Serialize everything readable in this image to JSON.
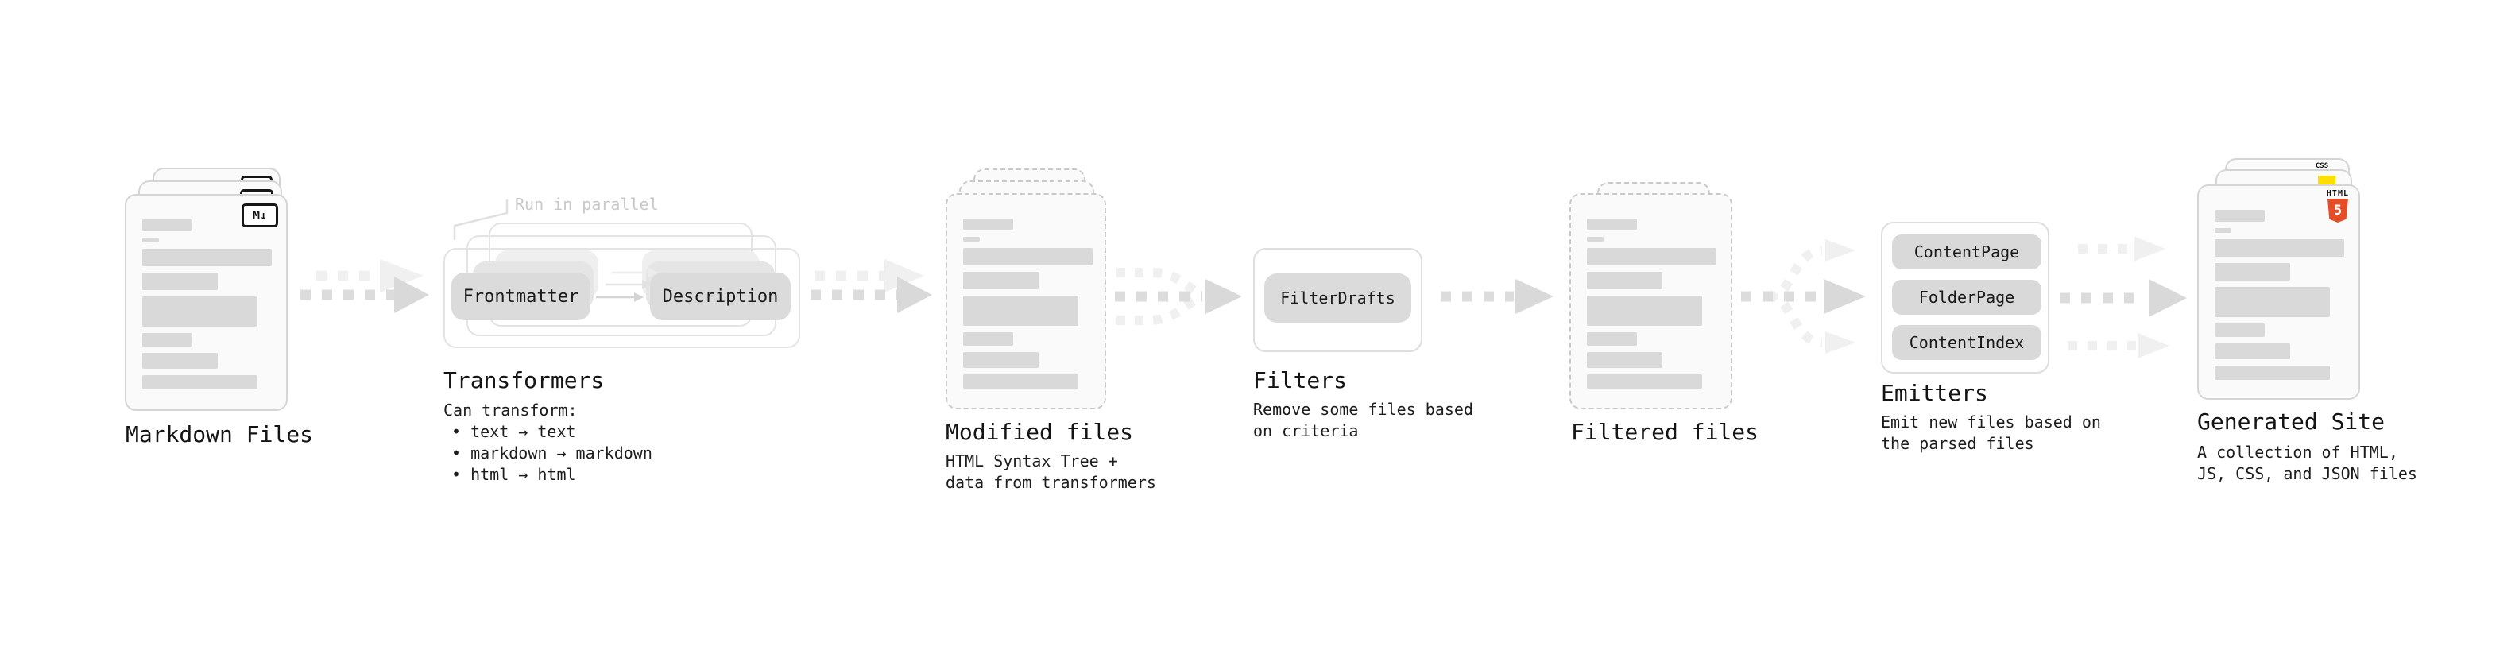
{
  "pipeline": {
    "markdown": {
      "title": "Markdown Files",
      "file_icon": "M↓"
    },
    "transformers": {
      "title": "Transformers",
      "parallel_note": "Run in parallel",
      "pill_left": "Frontmatter",
      "pill_right": "Description",
      "caption_intro": "Can transform:",
      "bullets": [
        "• text → text",
        "• markdown → markdown",
        "• html → html"
      ]
    },
    "modified": {
      "title": "Modified files",
      "caption": "HTML Syntax Tree +\ndata from transformers"
    },
    "filters": {
      "title": "Filters",
      "pill": "FilterDrafts",
      "caption": "Remove some files based\non criteria"
    },
    "filtered": {
      "title": "Filtered files"
    },
    "emitters": {
      "title": "Emitters",
      "pills": [
        "ContentPage",
        "FolderPage",
        "ContentIndex"
      ],
      "caption": "Emit new files based on\nthe parsed files"
    },
    "generated": {
      "title": "Generated Site",
      "caption": "A collection of HTML,\nJS, CSS, and JSON files",
      "badge_html_label": "HTML",
      "badge_html_number": "5",
      "badge_css_label": "CSS"
    }
  },
  "colors": {
    "html5_orange": "#e44d26",
    "js_yellow": "#ffdf00",
    "css_blue": "#3e66f3",
    "arrow_dark": "#dcdcdc",
    "arrow_light": "#f0f0f0",
    "card_border": "#d5d5d5",
    "placeholder_line": "#d9d9d9"
  }
}
